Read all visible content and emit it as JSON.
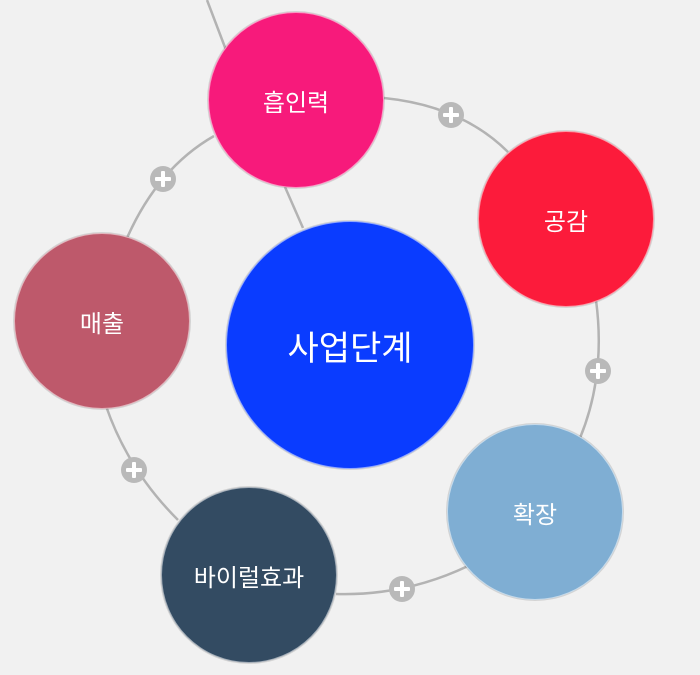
{
  "diagram": {
    "center": {
      "label": "사업단계",
      "color": "#0a3cff"
    },
    "nodes": [
      {
        "id": "absorption",
        "label": "흡인력",
        "color": "#f71a7b"
      },
      {
        "id": "empathy",
        "label": "공감",
        "color": "#fc1b3b"
      },
      {
        "id": "expansion",
        "label": "확장",
        "color": "#7faed3"
      },
      {
        "id": "viral",
        "label": "바이럴효과",
        "color": "#334b62"
      },
      {
        "id": "sales",
        "label": "매출",
        "color": "#be596b"
      }
    ],
    "link_color": "#b3b3b3",
    "add_button_icon": "plus-icon"
  }
}
